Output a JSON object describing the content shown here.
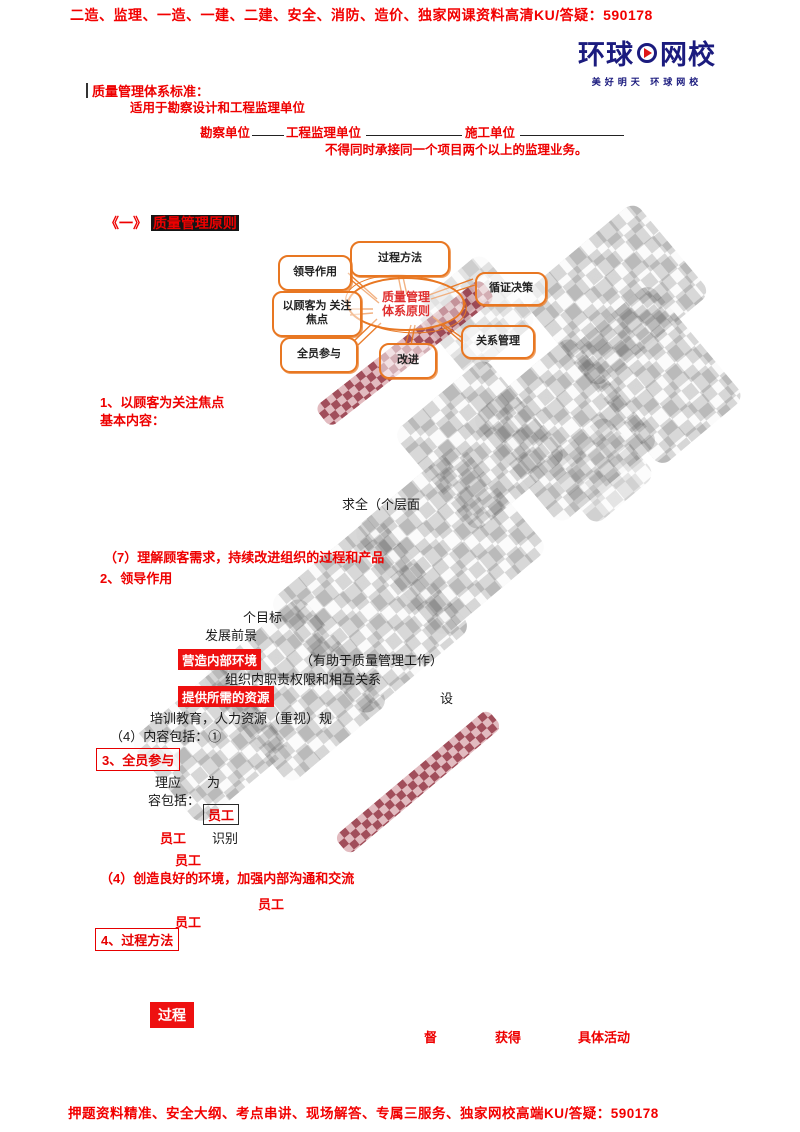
{
  "header": {
    "promo_line": "二造、监理、一造、一建、二建、安全、消防、造价、独家网课资料高清KU/答疑：590178",
    "logo": {
      "part1": "环球",
      "part2": "网校",
      "tagline": "美好明天 环球网校",
      "brand_color": "#1b1b7e",
      "accent_color": "#e01616"
    }
  },
  "intro": {
    "line1": "质量管理体系标准：",
    "line2": "适用于勘察设计和工程监理单位",
    "parties": [
      {
        "label": "勘察单位"
      },
      {
        "label": "工程监理单位"
      },
      {
        "label": "施工单位"
      }
    ],
    "note": "不得同时承接同一个项目两个以上的监理业务。"
  },
  "section1": {
    "prefix": "《一》",
    "title": "质量管理原则"
  },
  "mindmap": {
    "center": {
      "line1": "质量管理",
      "line2": "体系原则"
    },
    "nodes": [
      {
        "label": "过程方法"
      },
      {
        "label": "领导作用"
      },
      {
        "label": "以顾客为 关注焦点"
      },
      {
        "label": "全员参与"
      },
      {
        "label": "循证决策"
      },
      {
        "label": "关系管理"
      },
      {
        "label": "改进"
      }
    ],
    "accent_color": "#e87722"
  },
  "body": {
    "h1": "1、以顾客为关注焦点",
    "h1_sub": "基本内容：",
    "frag_layer": "求全（个层面",
    "item7": "（7）理解顾客需求，持续改进组织的过程和产品",
    "h2": "2、领导作用",
    "frag_goal": "个目标",
    "frag_future": "发展前景",
    "hl_env": "营造内部环境",
    "env_note": "（有助于质量管理工作）",
    "frag_duty": "组织内职责权限和相互关系",
    "hl_res": "提供所需的资源",
    "frag_res_tail": "设",
    "frag_train": "培训教育，人力资源（重视）规",
    "frag_include": "（4）内容包括：①",
    "h3": "3、全员参与",
    "frag_mgr": "理应　　为",
    "frag_content": "容包括：",
    "tag_staff": "员工",
    "frag_identify": "识别",
    "h4_item": "（4）创造良好的环境，加强内部沟通和交流",
    "h4": "4、过程方法",
    "hl_process": "过程",
    "frag_supervise": "督",
    "frag_obtain": "获得",
    "frag_activity": "具体活动"
  },
  "footer": {
    "promo_line": "押题资料精准、安全大纲、考点串讲、现场解答、专属三服务、独家网校高端KU/答疑：590178"
  }
}
